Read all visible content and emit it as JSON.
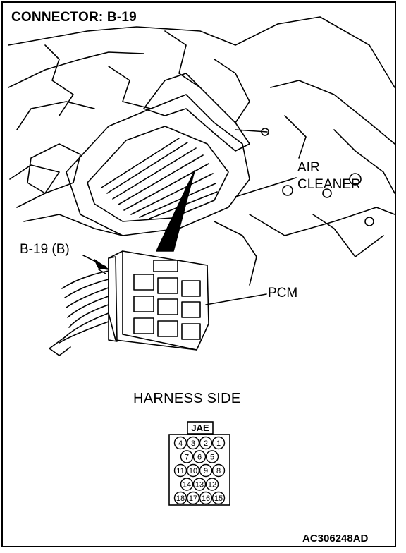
{
  "title": "CONNECTOR: B-19",
  "labels": {
    "air_cleaner_line1": "AIR",
    "air_cleaner_line2": "CLEANER",
    "connector_ref": "B-19 (B)",
    "pcm": "PCM",
    "harness_side": "HARNESS SIDE",
    "figure_code": "AC306248AD"
  },
  "connector": {
    "key_label": "JAE",
    "rows": [
      [
        "4",
        "3",
        "2",
        "1"
      ],
      [
        "7",
        "6",
        "5"
      ],
      [
        "11",
        "10",
        "9",
        "8"
      ],
      [
        "14",
        "13",
        "12"
      ],
      [
        "18",
        "17",
        "16",
        "15"
      ]
    ]
  }
}
